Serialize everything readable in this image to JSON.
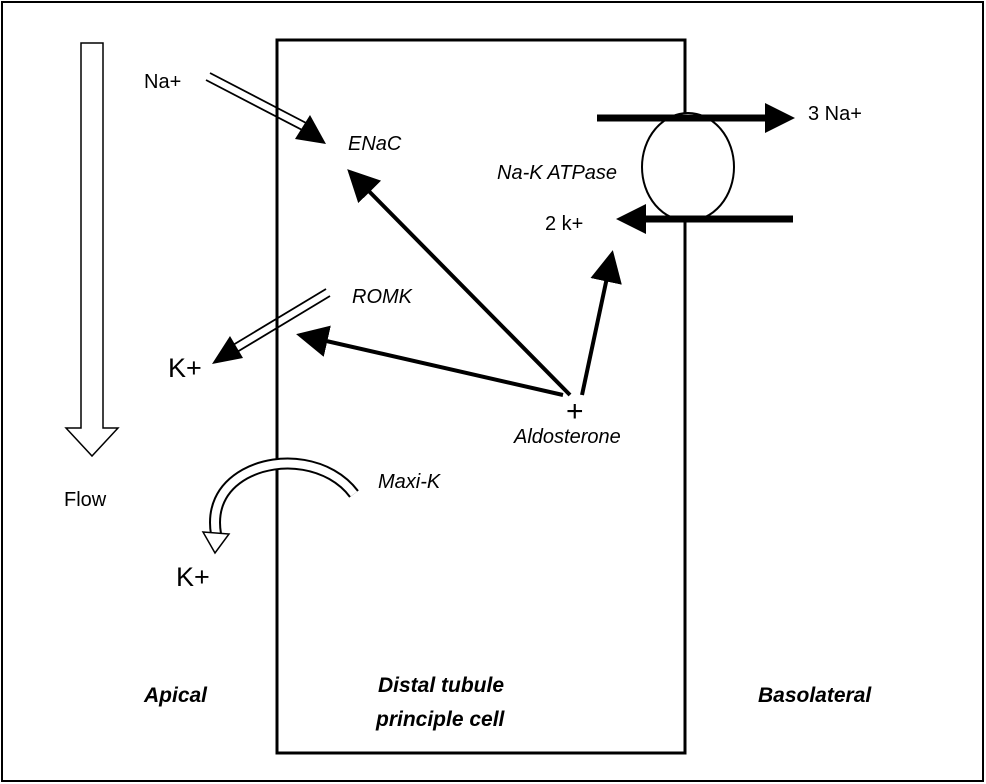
{
  "labels": {
    "na_plus": "Na+",
    "enac": "ENaC",
    "na_k_atpase": "Na-K ATPase",
    "three_na": "3 Na+",
    "two_k": "2 k+",
    "romk": "ROMK",
    "k_plus_romk": "K+",
    "aldosterone_plus": "+",
    "aldosterone": "Aldosterone",
    "maxi_k": "Maxi-K",
    "k_plus_maxi": "K+",
    "flow": "Flow",
    "apical": "Apical",
    "cell_line1": "Distal tubule",
    "cell_line2": "principle cell",
    "basolateral": "Basolateral"
  }
}
